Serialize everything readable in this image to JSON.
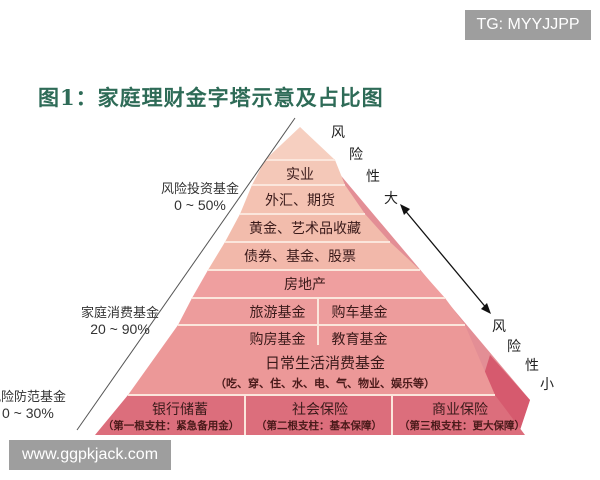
{
  "watermarks": {
    "top": "TG: MYYJJPP",
    "bottom": "www.ggpkjack.com"
  },
  "title": "图1：家庭理财金字塔示意及占比图",
  "colors": {
    "title": "#2e6b57",
    "layer_light": "#f4c2b4",
    "layer_mid": "#eba0a0",
    "layer_dark": "#dc6e7c",
    "side": "#d65a6e"
  },
  "pyramid": {
    "layers": [
      {
        "label": "实业"
      },
      {
        "label": "外汇、期货"
      },
      {
        "label": "黄金、艺术品收藏"
      },
      {
        "label": "债券、基金、股票"
      },
      {
        "label": "房地产"
      },
      {
        "left": "旅游基金",
        "right": "购车基金"
      },
      {
        "left": "购房基金",
        "right": "教育基金"
      },
      {
        "label": "日常生活消费基金",
        "sub": "（吃、穿、住、水、电、气、物业、娱乐等）"
      }
    ],
    "base": [
      {
        "label": "银行储蓄",
        "sub": "（第一根支柱：紧急备用金）"
      },
      {
        "label": "社会保险",
        "sub": "（第二根支柱：基本保障）"
      },
      {
        "label": "商业保险",
        "sub": "（第三根支柱：更大保障）"
      }
    ]
  },
  "categories": [
    {
      "name": "风险投资基金",
      "range": "0 ~ 50%"
    },
    {
      "name": "家庭消费基金",
      "range": "20 ~ 90%"
    },
    {
      "name": "风险防范基金",
      "range": "0 ~ 30%"
    }
  ],
  "risk_axis": {
    "top": [
      "风",
      "险",
      "性",
      "大"
    ],
    "bottom": [
      "风",
      "险",
      "性",
      "小"
    ]
  }
}
